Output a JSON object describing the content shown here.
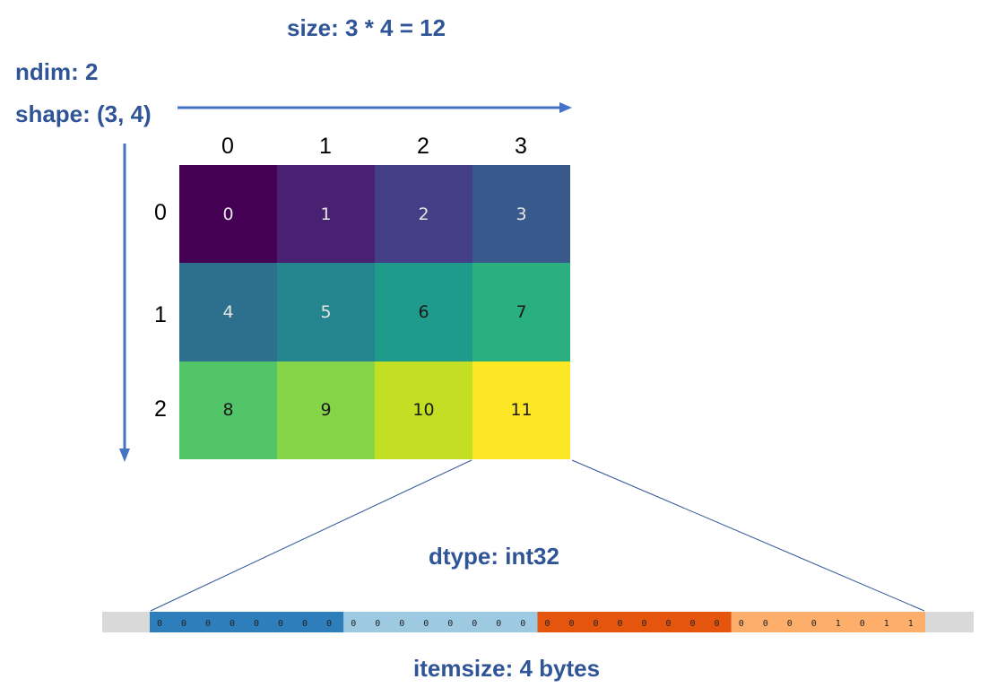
{
  "labels": {
    "size": "size: 3 * 4 = 12",
    "ndim": "ndim: 2",
    "shape": "shape: (3, 4)",
    "dtype": "dtype: int32",
    "itemsize": "itemsize: 4 bytes"
  },
  "column_indices": [
    "0",
    "1",
    "2",
    "3"
  ],
  "row_indices": [
    "0",
    "1",
    "2"
  ],
  "grid": {
    "rows": [
      [
        {
          "value": "0",
          "color": "#440154",
          "text_color": "#e6e6e6"
        },
        {
          "value": "1",
          "color": "#482173",
          "text_color": "#e6e6e6"
        },
        {
          "value": "2",
          "color": "#433e85",
          "text_color": "#e6e6e6"
        },
        {
          "value": "3",
          "color": "#38598c",
          "text_color": "#e6e6e6"
        }
      ],
      [
        {
          "value": "4",
          "color": "#2d708e",
          "text_color": "#e6e6e6"
        },
        {
          "value": "5",
          "color": "#25858e",
          "text_color": "#e6e6e6"
        },
        {
          "value": "6",
          "color": "#1e9b8a",
          "text_color": "#1a1a1a"
        },
        {
          "value": "7",
          "color": "#2ab07f",
          "text_color": "#1a1a1a"
        }
      ],
      [
        {
          "value": "8",
          "color": "#52c569",
          "text_color": "#1a1a1a"
        },
        {
          "value": "9",
          "color": "#86d549",
          "text_color": "#1a1a1a"
        },
        {
          "value": "10",
          "color": "#c2df23",
          "text_color": "#1a1a1a"
        },
        {
          "value": "11",
          "color": "#fde725",
          "text_color": "#1a1a1a"
        }
      ]
    ]
  },
  "bytes": [
    {
      "bits": [
        "0",
        "0",
        "0",
        "0",
        "0",
        "0",
        "0",
        "0"
      ],
      "color": "#2e7ebc"
    },
    {
      "bits": [
        "0",
        "0",
        "0",
        "0",
        "0",
        "0",
        "0",
        "0"
      ],
      "color": "#9ecae1"
    },
    {
      "bits": [
        "0",
        "0",
        "0",
        "0",
        "0",
        "0",
        "0",
        "0"
      ],
      "color": "#e6550d"
    },
    {
      "bits": [
        "0",
        "0",
        "0",
        "0",
        "1",
        "0",
        "1",
        "1"
      ],
      "color": "#fdae6b"
    }
  ],
  "colors": {
    "label": "#2f5597",
    "arrow": "#4472c4",
    "connector": "#2f5597",
    "byte_strip_background": "#d9d9d9"
  }
}
